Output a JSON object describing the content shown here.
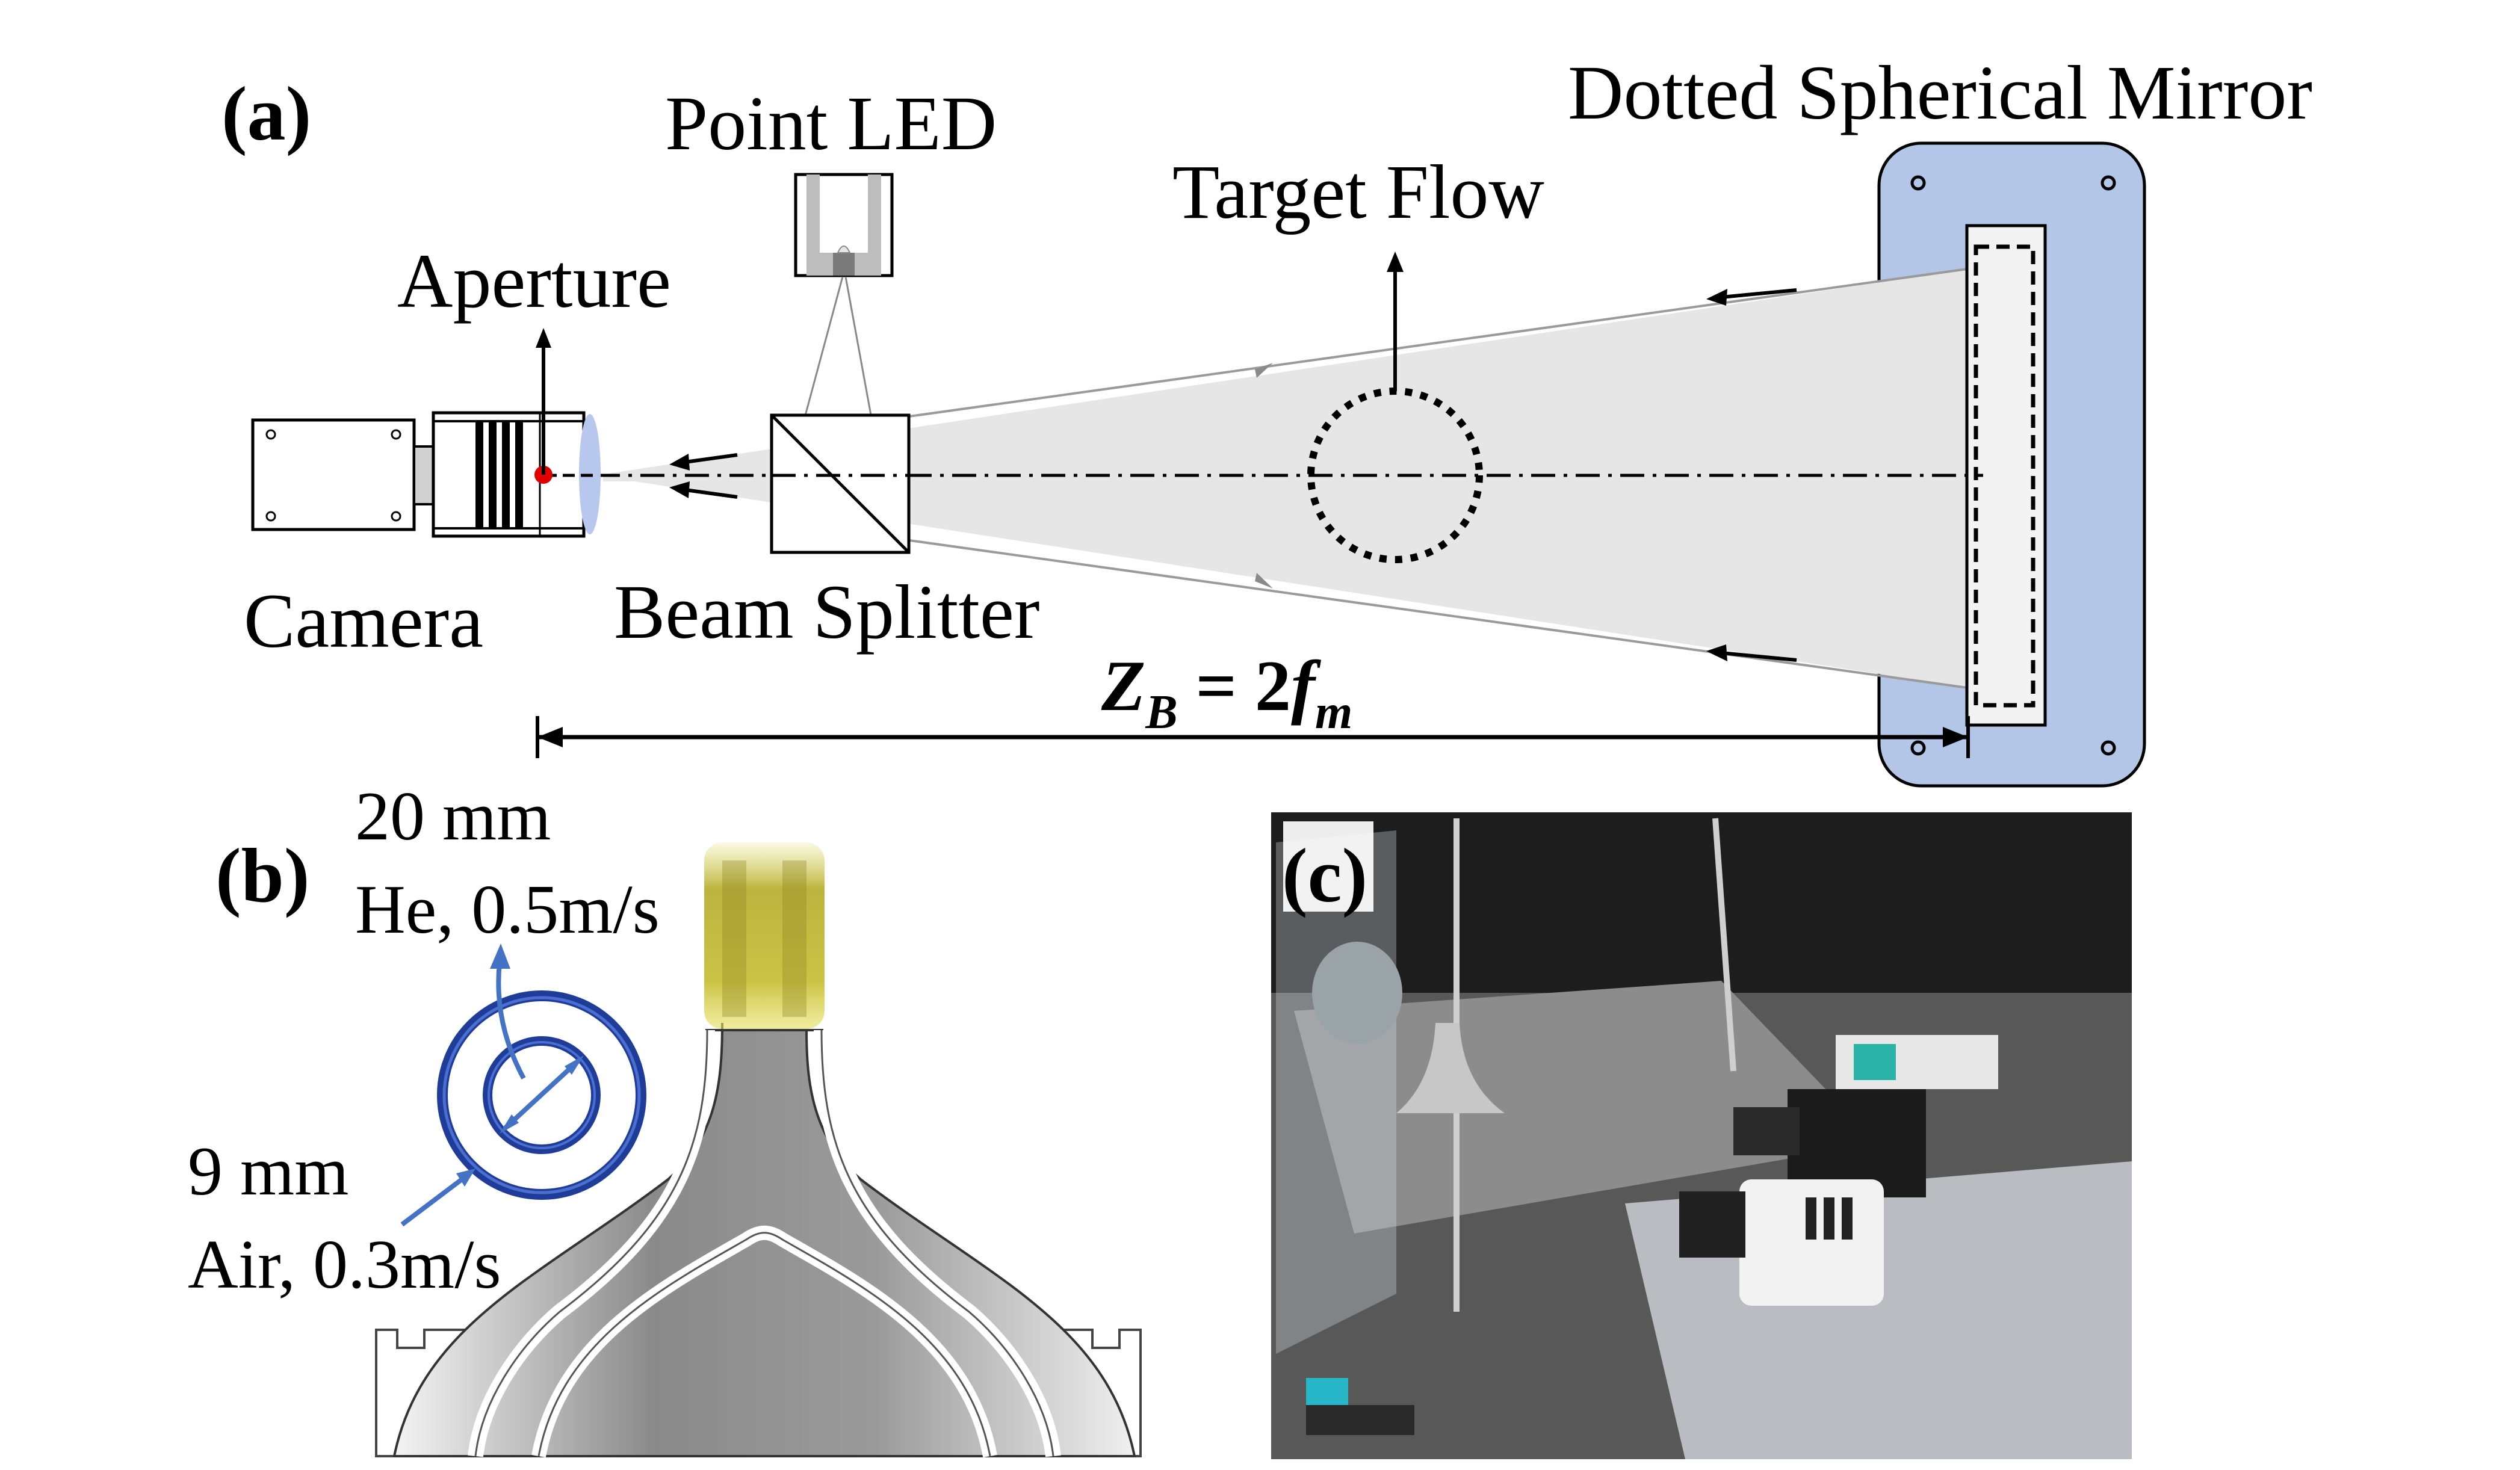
{
  "panel_a": {
    "label": "(a)",
    "point_led": "Point LED",
    "target_flow": "Target Flow",
    "dotted_spherical_mirror": "Dotted Spherical Mirror",
    "aperture": "Aperture",
    "camera": "Camera",
    "beam_splitter": "Beam Splitter",
    "distance_eq": {
      "z": "Z",
      "z_sub": "B",
      "eq": " = 2",
      "f": "f",
      "f_sub": "m"
    }
  },
  "panel_b": {
    "label": "(b)",
    "inner": {
      "diameter": "20 mm",
      "gas": "He, 0.5m/s"
    },
    "outer": {
      "diameter": "9 mm",
      "gas": "Air, 0.3m/s"
    }
  },
  "panel_c": {
    "label": "(c)"
  },
  "colors": {
    "mirror_frame": "#b3c6e7",
    "beam": "#e6e6e6",
    "arrow_blue": "#4472c4",
    "ring_blue": "#1f3c99",
    "aperture_dot": "#e00000",
    "lens": "#b8c7ee",
    "schlieren_yellow": "#c9c23a"
  }
}
